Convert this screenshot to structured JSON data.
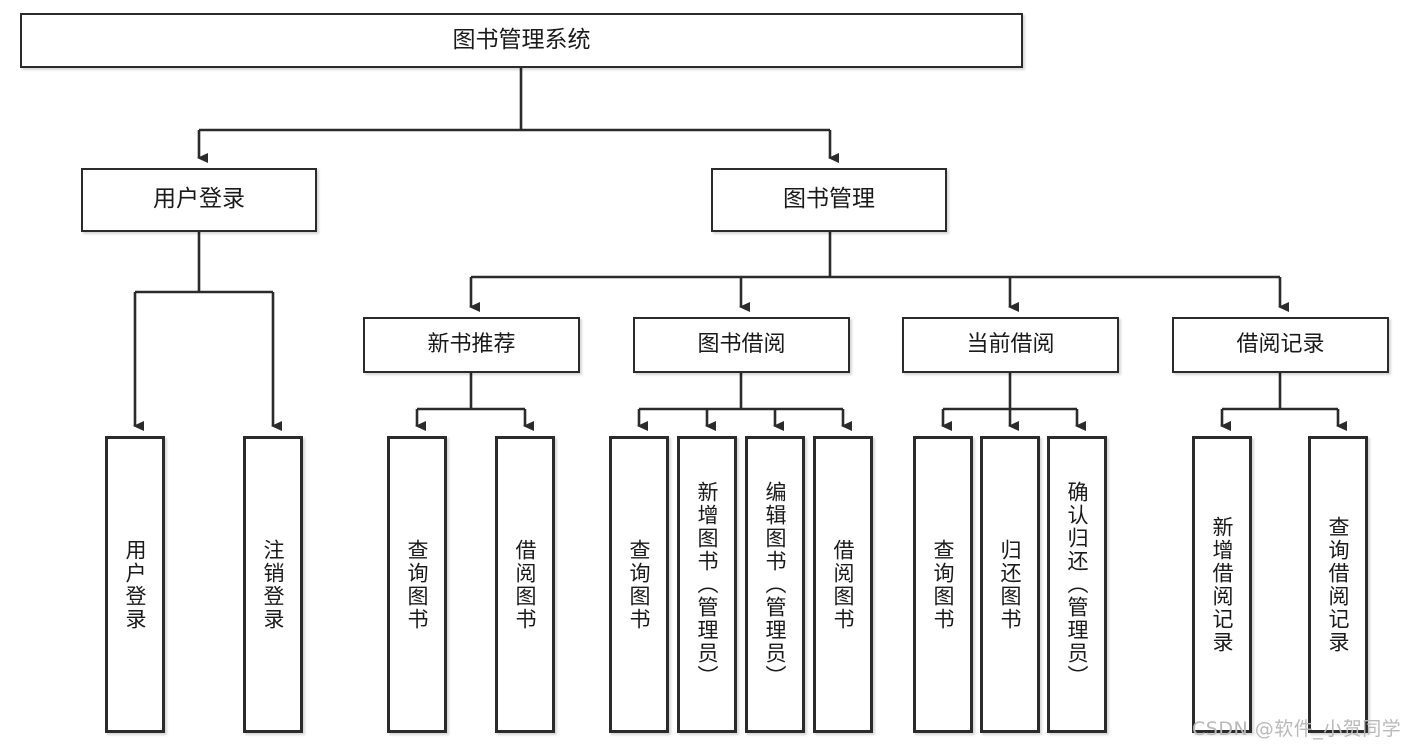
{
  "diagram": {
    "type": "tree-hierarchy-chart",
    "title": "图书管理系统",
    "watermark": "CSDN @软件_小贺同学",
    "colors": {
      "box_stroke": "#2b2b2b",
      "box_fill": "#ffffff",
      "edge": "#2b2b2b",
      "text": "#1a1a1a",
      "watermark": "#b9b9b9",
      "background": "#ffffff"
    },
    "nodes": {
      "root": {
        "label": "图书管理系统",
        "level": 1
      },
      "user_login": {
        "label": "用户登录",
        "level": 2
      },
      "book_manage": {
        "label": "图书管理",
        "level": 2
      },
      "new_book_rec": {
        "label": "新书推荐",
        "level": 3
      },
      "book_borrow": {
        "label": "图书借阅",
        "level": 3
      },
      "current_borrow": {
        "label": "当前借阅",
        "level": 3
      },
      "borrow_record": {
        "label": "借阅记录",
        "level": 3
      },
      "leaf_user_login": {
        "label": "用户登录",
        "level": 4
      },
      "leaf_logout": {
        "label": "注销登录",
        "level": 4
      },
      "leaf_query_book_1": {
        "label": "查询图书",
        "level": 4
      },
      "leaf_borrow_book_1": {
        "label": "借阅图书",
        "level": 4
      },
      "leaf_query_book_2": {
        "label": "查询图书",
        "level": 4
      },
      "leaf_add_book": {
        "label": "新增图书（管理员）",
        "level": 4
      },
      "leaf_edit_book": {
        "label": "编辑图书（管理员）",
        "level": 4
      },
      "leaf_borrow_book_2": {
        "label": "借阅图书",
        "level": 4
      },
      "leaf_query_book_3": {
        "label": "查询图书",
        "level": 4
      },
      "leaf_return_book": {
        "label": "归还图书",
        "level": 4
      },
      "leaf_confirm_return": {
        "label": "确认归还（管理员）",
        "level": 4
      },
      "leaf_add_record": {
        "label": "新增借阅记录",
        "level": 4
      },
      "leaf_query_record": {
        "label": "查询借阅记录",
        "level": 4
      }
    },
    "edges": [
      {
        "from": "root",
        "to": "user_login"
      },
      {
        "from": "root",
        "to": "book_manage"
      },
      {
        "from": "user_login",
        "to": "leaf_user_login"
      },
      {
        "from": "user_login",
        "to": "leaf_logout"
      },
      {
        "from": "book_manage",
        "to": "new_book_rec"
      },
      {
        "from": "book_manage",
        "to": "book_borrow"
      },
      {
        "from": "book_manage",
        "to": "current_borrow"
      },
      {
        "from": "book_manage",
        "to": "borrow_record"
      },
      {
        "from": "new_book_rec",
        "to": "leaf_query_book_1"
      },
      {
        "from": "new_book_rec",
        "to": "leaf_borrow_book_1"
      },
      {
        "from": "book_borrow",
        "to": "leaf_query_book_2"
      },
      {
        "from": "book_borrow",
        "to": "leaf_add_book"
      },
      {
        "from": "book_borrow",
        "to": "leaf_edit_book"
      },
      {
        "from": "book_borrow",
        "to": "leaf_borrow_book_2"
      },
      {
        "from": "current_borrow",
        "to": "leaf_query_book_3"
      },
      {
        "from": "current_borrow",
        "to": "leaf_return_book"
      },
      {
        "from": "current_borrow",
        "to": "leaf_confirm_return"
      },
      {
        "from": "borrow_record",
        "to": "leaf_add_record"
      },
      {
        "from": "borrow_record",
        "to": "leaf_query_record"
      }
    ]
  }
}
